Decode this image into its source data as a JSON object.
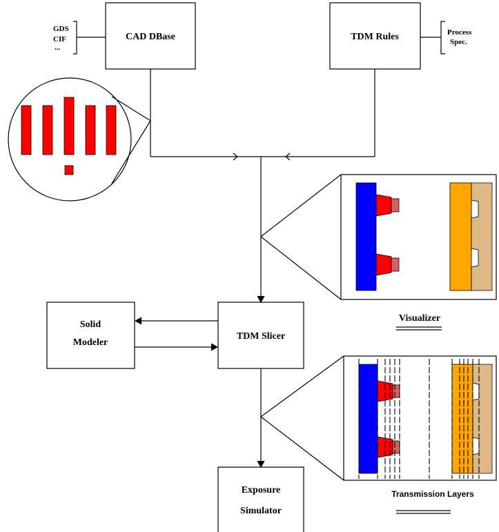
{
  "blocks": {
    "cad": "CAD DBase",
    "tdm_rules": "TDM Rules",
    "solid_modeler_1": "Solid",
    "solid_modeler_2": "Modeler",
    "tdm_slicer": "TDM Slicer",
    "exposure_1": "Exposure",
    "exposure_2": "Simulator"
  },
  "inputs": {
    "formats": [
      "GDS",
      "CIF",
      "..."
    ],
    "process_1": "Process",
    "process_2": "Spec."
  },
  "panels": {
    "visualizer": "Visualizer",
    "transmission": "Transmission Layers"
  },
  "colors": {
    "red": "#ff0000",
    "pink": "#d96060",
    "blue": "#0000ff",
    "orange": "#ffa500",
    "tan": "#deb887"
  }
}
